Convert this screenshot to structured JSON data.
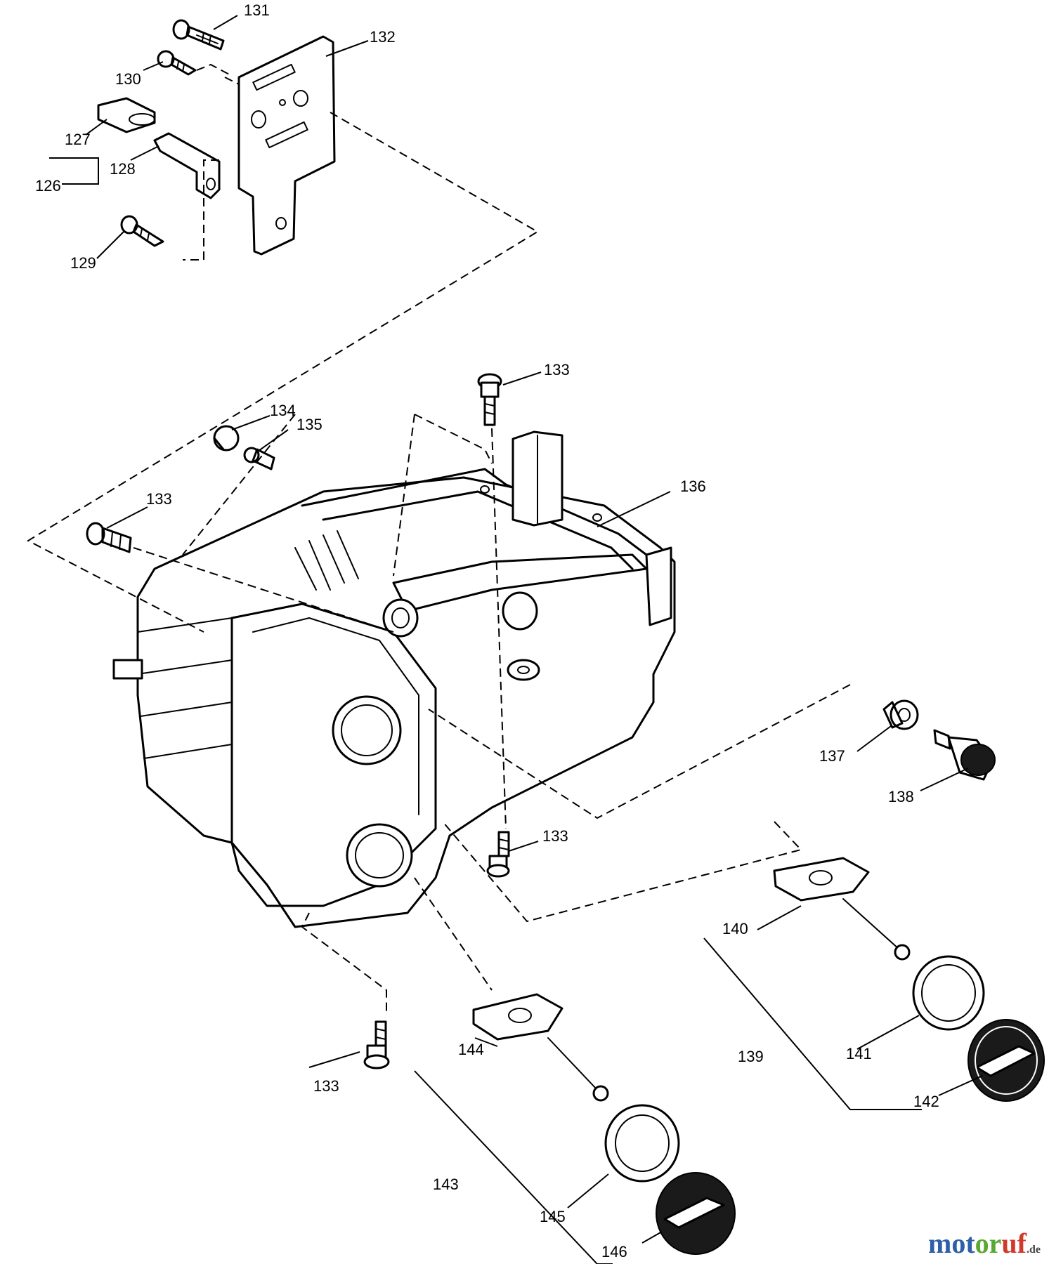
{
  "callouts": {
    "p126": "126",
    "p127": "127",
    "p128": "128",
    "p129": "129",
    "p130": "130",
    "p131": "131",
    "p132": "132",
    "p133a": "133",
    "p133b": "133",
    "p133c": "133",
    "p133d": "133",
    "p134": "134",
    "p135": "135",
    "p136": "136",
    "p137": "137",
    "p138": "138",
    "p139": "139",
    "p140": "140",
    "p141": "141",
    "p142": "142",
    "p143": "143",
    "p144": "144",
    "p145": "145",
    "p146": "146"
  },
  "watermark": {
    "part1": "mot",
    "part2": "or",
    "part3": "uf",
    "tld": ".de"
  }
}
